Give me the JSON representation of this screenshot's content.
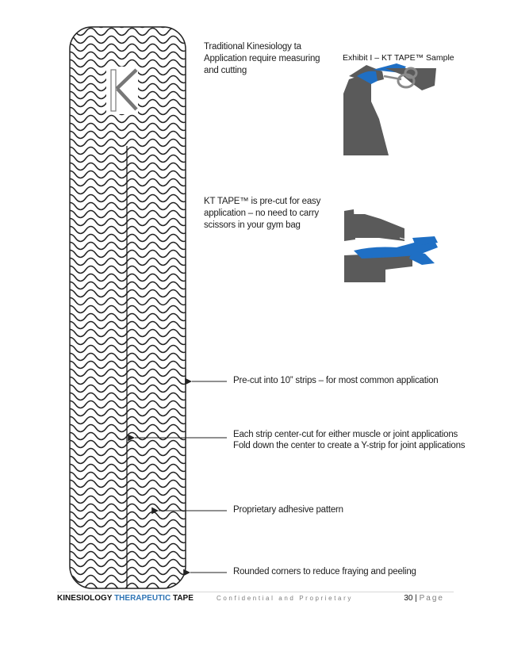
{
  "captions": {
    "traditional": "Traditional Kinesiology ta\nApplication require measuring\n and cutting",
    "precut": "KT TAPE™ is pre-cut for easy\napplication – no need to carry\nscissors in your gym bag"
  },
  "exhibit_label": "Exhibit I – KT TAPE™ Sample",
  "callouts": [
    "Pre-cut into 10” strips – for most common application",
    "Each strip center-cut for either muscle or joint applications",
    "Fold down the center to create a Y-strip for joint applications",
    "Proprietary adhesive pattern",
    "Rounded corners to reduce fraying and peeling"
  ],
  "footer": {
    "brand_part1": "KINESIOLOGY ",
    "brand_part2": "THERAPEUTIC",
    "brand_part3": " TAPE",
    "confidential": "Confidential and Proprietary",
    "page_number": "30",
    "page_separator": "|",
    "page_label": "Page"
  },
  "colors": {
    "tape_blue": "#1f6fc4",
    "hand_gray": "#5a5a5a",
    "footer_accent": "#2e74b5"
  }
}
